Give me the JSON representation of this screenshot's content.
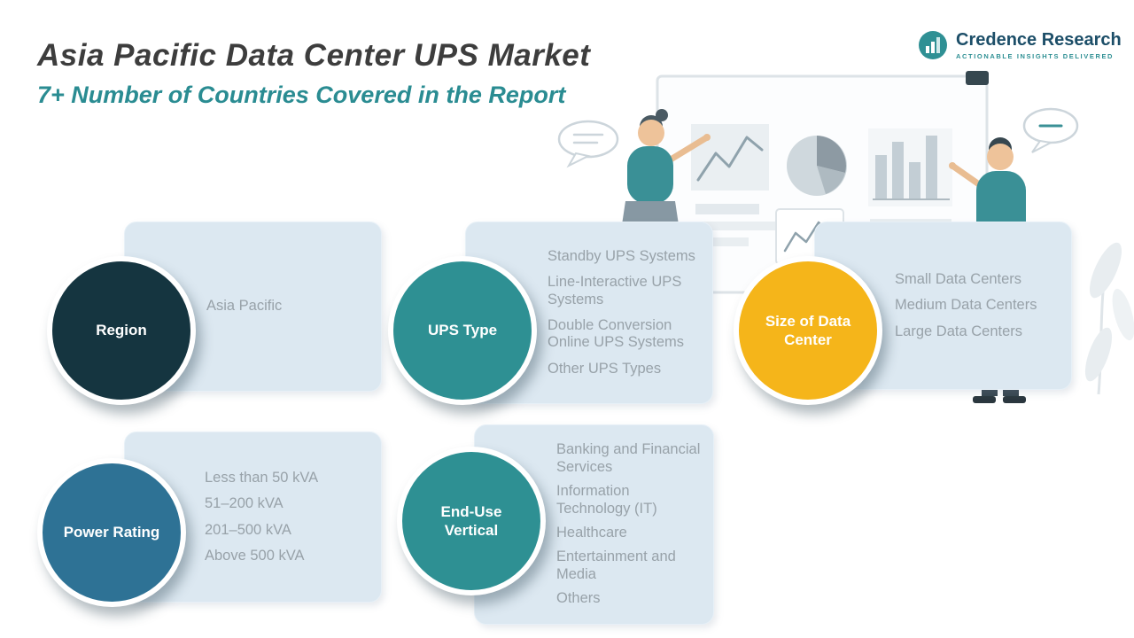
{
  "page": {
    "title": "Asia Pacific Data Center UPS Market",
    "subtitle": "7+ Number of Countries Covered in the Report"
  },
  "logo": {
    "brand": "Credence Research",
    "tagline": "Actionable Insights Delivered",
    "icon": "bar-chart-logo-icon"
  },
  "palette": {
    "accent_teal": "#2E9093",
    "card_bg": "#DCE8F1",
    "item_text": "#98A2A9",
    "title_text": "#3D3D3D",
    "subtitle_text": "#2A8C92",
    "logo_text": "#1C4E68",
    "logo_tagline": "#2F9094"
  },
  "segments": [
    {
      "label": "Region",
      "circle_color": "#153540",
      "items": [
        "Asia Pacific"
      ]
    },
    {
      "label": "UPS Type",
      "circle_color": "#2E9093",
      "items": [
        "Standby UPS Systems",
        "Line-Interactive UPS Systems",
        "Double Conversion Online UPS Systems",
        "Other UPS Types"
      ]
    },
    {
      "label": "Size of Data Center",
      "circle_color": "#F5B51A",
      "items": [
        "Small Data Centers",
        "Medium Data Centers",
        "Large Data Centers"
      ]
    },
    {
      "label": "Power Rating",
      "circle_color": "#2E7295",
      "items": [
        "Less than 50 kVA",
        "51–200 kVA",
        "201–500 kVA",
        "Above 500 kVA"
      ]
    },
    {
      "label": "End-Use Vertical",
      "circle_color": "#2E9093",
      "items": [
        "Banking and Financial Services",
        "Information Technology (IT)",
        "Healthcare",
        "Entertainment and Media",
        "Others"
      ]
    }
  ]
}
